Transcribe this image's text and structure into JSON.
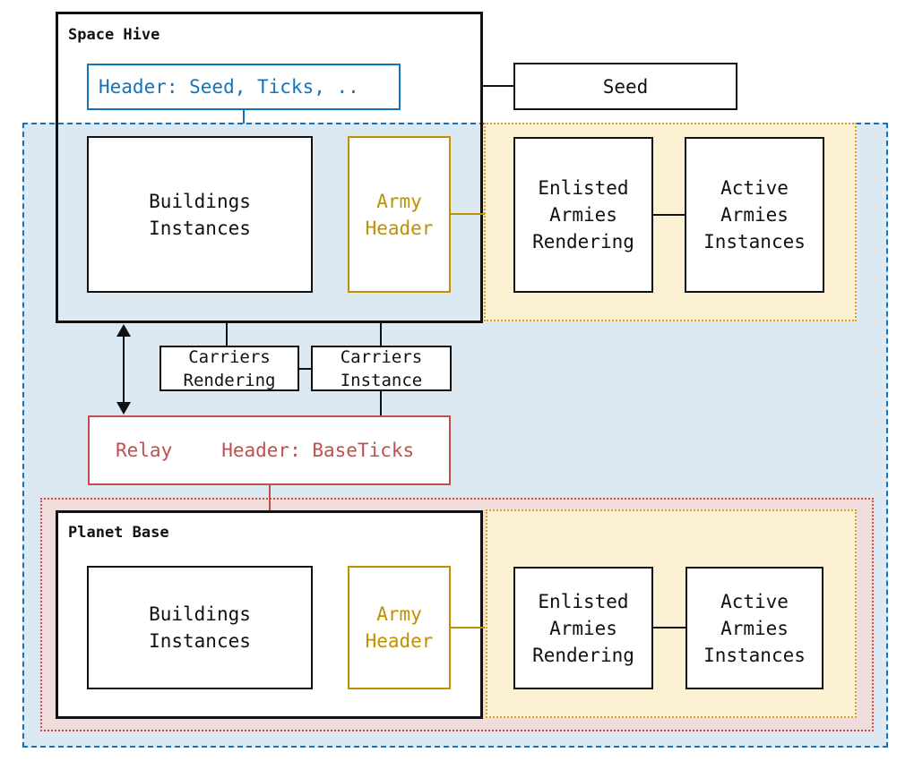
{
  "colors": {
    "blue": "#1274bc",
    "blue_fill": "#dce9f3",
    "gold": "#bf9000",
    "cream_fill": "#fcf2d3",
    "orange": "#d8a420",
    "red": "#c0504d",
    "pink_fill": "#f0dcda",
    "black": "#111111"
  },
  "space_hive": {
    "title": "Space Hive",
    "header": "Header: Seed, Ticks, ..",
    "buildings": [
      "Buildings",
      "Instances"
    ],
    "army_header": [
      "Army",
      "Header"
    ]
  },
  "seed": {
    "label": "Seed"
  },
  "hive_armies": {
    "enlisted": [
      "Enlisted",
      "Armies",
      "Rendering"
    ],
    "active": [
      "Active",
      "Armies",
      "Instances"
    ]
  },
  "carriers": {
    "rendering": [
      "Carriers",
      "Rendering"
    ],
    "instance": [
      "Carriers",
      "Instance"
    ]
  },
  "relay": {
    "name": "Relay",
    "header": "Header: BaseTicks"
  },
  "planet_base": {
    "title": "Planet Base",
    "buildings": [
      "Buildings",
      "Instances"
    ],
    "army_header": [
      "Army",
      "Header"
    ]
  },
  "base_armies": {
    "enlisted": [
      "Enlisted",
      "Armies",
      "Rendering"
    ],
    "active": [
      "Active",
      "Armies",
      "Instances"
    ]
  }
}
